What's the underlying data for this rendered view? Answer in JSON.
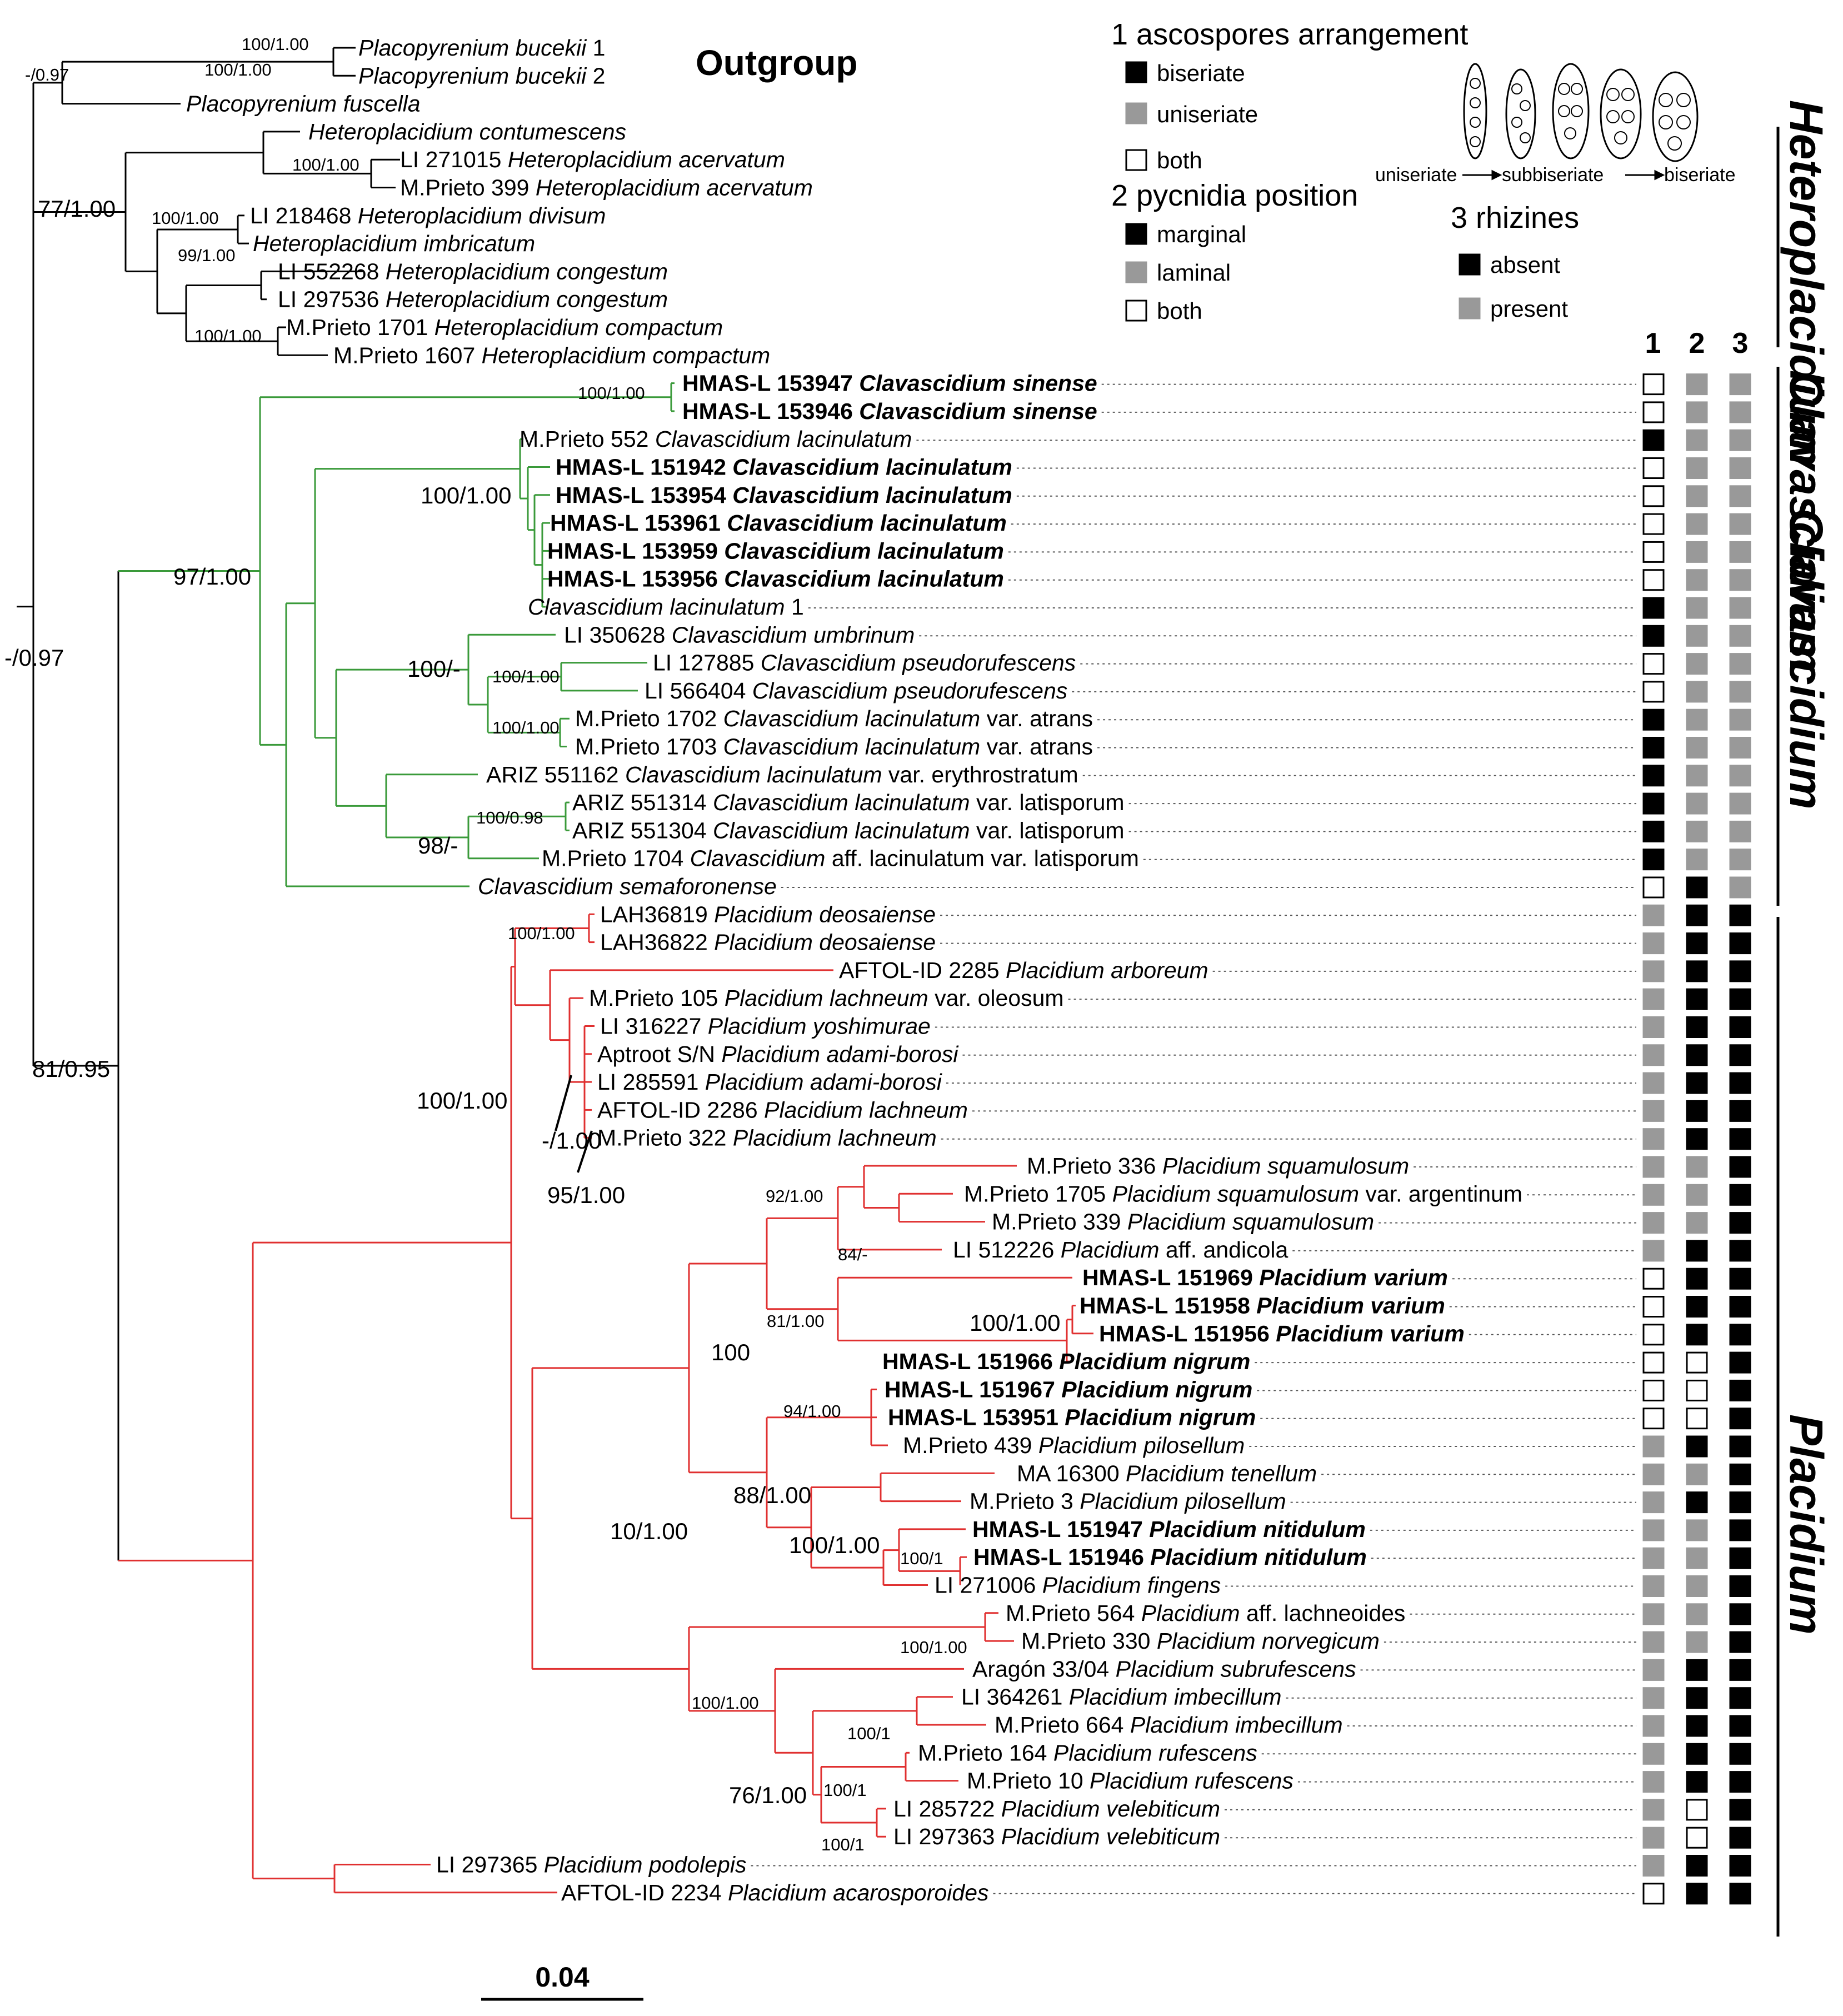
{
  "title": "Outgroup",
  "legend": {
    "trait1": {
      "title": "1 ascospores arrangement",
      "items": [
        {
          "label": "biseriate",
          "fill": "#000000"
        },
        {
          "label": "uniseriate",
          "fill": "#999999"
        },
        {
          "label": "both",
          "fill": "#ffffff"
        }
      ]
    },
    "trait2": {
      "title": "2 pycnidia position",
      "items": [
        {
          "label": "marginal",
          "fill": "#000000"
        },
        {
          "label": "laminal",
          "fill": "#999999"
        },
        {
          "label": "both",
          "fill": "#ffffff"
        }
      ]
    },
    "trait3": {
      "title": "3 rhizines",
      "items": [
        {
          "label": "absent",
          "fill": "#000000"
        },
        {
          "label": "present",
          "fill": "#999999"
        }
      ]
    },
    "stages": [
      "uniseriate",
      "subbiseriate",
      "biseriate"
    ]
  },
  "column_headers": [
    "1",
    "2",
    "3"
  ],
  "clades": [
    "Heteroplacidium",
    "Clavascidium",
    "Placidium"
  ],
  "branch_colors": {
    "outgroup": "#000000",
    "clavascidium": "#3a9a3a",
    "placidium": "#e03030"
  },
  "state_colors": {
    "k": "#000000",
    "g": "#999999",
    "w": "#ffffff"
  },
  "scale_label": "0.04",
  "tips": [
    {
      "voucher": "",
      "taxon": "Placopyrenium bucekii",
      "suffix": " 1",
      "bold": false
    },
    {
      "voucher": "",
      "taxon": "Placopyrenium bucekii",
      "suffix": " 2",
      "bold": false
    },
    {
      "voucher": "",
      "taxon": "Placopyrenium fuscella",
      "suffix": "",
      "bold": false
    },
    {
      "voucher": "",
      "taxon": "Heteroplacidium contumescens",
      "suffix": "",
      "bold": false
    },
    {
      "voucher": "LI 271015",
      "taxon": "Heteroplacidium acervatum",
      "suffix": "",
      "bold": false
    },
    {
      "voucher": "M.Prieto 399",
      "taxon": "Heteroplacidium acervatum",
      "suffix": "",
      "bold": false
    },
    {
      "voucher": "LI 218468",
      "taxon": "Heteroplacidium divisum",
      "suffix": "",
      "bold": false
    },
    {
      "voucher": "",
      "taxon": "Heteroplacidium imbricatum",
      "suffix": "",
      "bold": false
    },
    {
      "voucher": "LI 552268",
      "taxon": "Heteroplacidium congestum",
      "suffix": "",
      "bold": false
    },
    {
      "voucher": "LI 297536",
      "taxon": "Heteroplacidium congestum",
      "suffix": "",
      "bold": false
    },
    {
      "voucher": "M.Prieto 1701",
      "taxon": "Heteroplacidium compactum",
      "suffix": "",
      "bold": false
    },
    {
      "voucher": "M.Prieto 1607",
      "taxon": "Heteroplacidium compactum",
      "suffix": "",
      "bold": false
    },
    {
      "voucher": "HMAS-L 153947",
      "taxon": "Clavascidium sinense",
      "suffix": "",
      "bold": true,
      "traits": [
        "w",
        "g",
        "g"
      ]
    },
    {
      "voucher": "HMAS-L 153946",
      "taxon": "Clavascidium sinense",
      "suffix": "",
      "bold": true,
      "traits": [
        "w",
        "g",
        "g"
      ]
    },
    {
      "voucher": "M.Prieto 552",
      "taxon": "Clavascidium lacinulatum",
      "suffix": "",
      "bold": false,
      "traits": [
        "k",
        "g",
        "g"
      ]
    },
    {
      "voucher": "HMAS-L 151942",
      "taxon": "Clavascidium lacinulatum",
      "suffix": "",
      "bold": true,
      "traits": [
        "w",
        "g",
        "g"
      ]
    },
    {
      "voucher": "HMAS-L 153954",
      "taxon": "Clavascidium lacinulatum",
      "suffix": "",
      "bold": true,
      "traits": [
        "w",
        "g",
        "g"
      ]
    },
    {
      "voucher": "HMAS-L 153961",
      "taxon": "Clavascidium lacinulatum",
      "suffix": "",
      "bold": true,
      "traits": [
        "w",
        "g",
        "g"
      ]
    },
    {
      "voucher": "HMAS-L 153959",
      "taxon": "Clavascidium lacinulatum",
      "suffix": "",
      "bold": true,
      "traits": [
        "w",
        "g",
        "g"
      ]
    },
    {
      "voucher": "HMAS-L 153956",
      "taxon": "Clavascidium lacinulatum",
      "suffix": "",
      "bold": true,
      "traits": [
        "w",
        "g",
        "g"
      ]
    },
    {
      "voucher": "",
      "taxon": "Clavascidium lacinulatum",
      "suffix": " 1",
      "bold": false,
      "traits": [
        "k",
        "g",
        "g"
      ]
    },
    {
      "voucher": "LI 350628",
      "taxon": "Clavascidium umbrinum",
      "suffix": "",
      "bold": false,
      "traits": [
        "k",
        "g",
        "g"
      ]
    },
    {
      "voucher": "LI 127885",
      "taxon": "Clavascidium pseudorufescens",
      "suffix": "",
      "bold": false,
      "traits": [
        "w",
        "g",
        "g"
      ]
    },
    {
      "voucher": "LI 566404",
      "taxon": "Clavascidium pseudorufescens",
      "suffix": "",
      "bold": false,
      "traits": [
        "w",
        "g",
        "g"
      ]
    },
    {
      "voucher": "M.Prieto 1702",
      "taxon": "Clavascidium lacinulatum",
      "suffix": " var. atrans",
      "bold": false,
      "traits": [
        "k",
        "g",
        "g"
      ]
    },
    {
      "voucher": "M.Prieto 1703",
      "taxon": "Clavascidium lacinulatum",
      "suffix": " var. atrans",
      "bold": false,
      "traits": [
        "k",
        "g",
        "g"
      ]
    },
    {
      "voucher": "ARIZ 551162",
      "taxon": "Clavascidium lacinulatum",
      "suffix": " var. erythrostratum",
      "bold": false,
      "traits": [
        "k",
        "g",
        "g"
      ]
    },
    {
      "voucher": "ARIZ 551314",
      "taxon": "Clavascidium lacinulatum",
      "suffix": " var. latisporum",
      "bold": false,
      "traits": [
        "k",
        "g",
        "g"
      ]
    },
    {
      "voucher": "ARIZ 551304",
      "taxon": "Clavascidium lacinulatum",
      "suffix": " var. latisporum",
      "bold": false,
      "traits": [
        "k",
        "g",
        "g"
      ]
    },
    {
      "voucher": "M.Prieto 1704",
      "taxon": "Clavascidium",
      "suffix": " aff. lacinulatum var. latisporum",
      "bold": false,
      "traits": [
        "k",
        "g",
        "g"
      ]
    },
    {
      "voucher": "",
      "taxon": "Clavascidium semaforonense",
      "suffix": "",
      "bold": false,
      "traits": [
        "w",
        "k",
        "g"
      ]
    },
    {
      "voucher": "LAH36819",
      "taxon": "Placidium deosaiense",
      "suffix": "",
      "bold": false,
      "traits": [
        "g",
        "k",
        "k"
      ]
    },
    {
      "voucher": "LAH36822",
      "taxon": "Placidium deosaiense",
      "suffix": "",
      "bold": false,
      "traits": [
        "g",
        "k",
        "k"
      ]
    },
    {
      "voucher": "AFTOL-ID 2285",
      "taxon": "Placidium arboreum",
      "suffix": "",
      "bold": false,
      "traits": [
        "g",
        "k",
        "k"
      ]
    },
    {
      "voucher": "M.Prieto 105",
      "taxon": "Placidium lachneum",
      "suffix": " var. oleosum",
      "bold": false,
      "traits": [
        "g",
        "k",
        "k"
      ]
    },
    {
      "voucher": "LI 316227",
      "taxon": "Placidium yoshimurae",
      "suffix": "",
      "bold": false,
      "traits": [
        "g",
        "k",
        "k"
      ]
    },
    {
      "voucher": "Aptroot S/N",
      "taxon": "Placidium adami-borosi",
      "suffix": "",
      "bold": false,
      "traits": [
        "g",
        "k",
        "k"
      ]
    },
    {
      "voucher": "LI 285591",
      "taxon": "Placidium adami-borosi",
      "suffix": "",
      "bold": false,
      "traits": [
        "g",
        "k",
        "k"
      ]
    },
    {
      "voucher": "AFTOL-ID 2286",
      "taxon": "Placidium lachneum",
      "suffix": "",
      "bold": false,
      "traits": [
        "g",
        "k",
        "k"
      ]
    },
    {
      "voucher": "M.Prieto 322",
      "taxon": "Placidium lachneum",
      "suffix": "",
      "bold": false,
      "traits": [
        "g",
        "k",
        "k"
      ]
    },
    {
      "voucher": "M.Prieto 336",
      "taxon": "Placidium squamulosum",
      "suffix": "",
      "bold": false,
      "traits": [
        "g",
        "g",
        "k"
      ]
    },
    {
      "voucher": "M.Prieto 1705",
      "taxon": "Placidium squamulosum",
      "suffix": " var. argentinum",
      "bold": false,
      "traits": [
        "g",
        "g",
        "k"
      ]
    },
    {
      "voucher": "M.Prieto 339",
      "taxon": "Placidium squamulosum",
      "suffix": "",
      "bold": false,
      "traits": [
        "g",
        "g",
        "k"
      ]
    },
    {
      "voucher": "LI 512226",
      "taxon": "Placidium",
      "suffix": " aff. andicola",
      "bold": false,
      "traits": [
        "g",
        "k",
        "k"
      ]
    },
    {
      "voucher": "HMAS-L 151969",
      "taxon": "Placidium varium",
      "suffix": "",
      "bold": true,
      "traits": [
        "w",
        "k",
        "k"
      ]
    },
    {
      "voucher": "HMAS-L 151958",
      "taxon": "Placidium varium",
      "suffix": "",
      "bold": true,
      "traits": [
        "w",
        "k",
        "k"
      ]
    },
    {
      "voucher": "HMAS-L 151956",
      "taxon": "Placidium varium",
      "suffix": "",
      "bold": true,
      "traits": [
        "w",
        "k",
        "k"
      ]
    },
    {
      "voucher": "HMAS-L 151966",
      "taxon": "Placidium nigrum",
      "suffix": "",
      "bold": true,
      "traits": [
        "w",
        "w",
        "k"
      ]
    },
    {
      "voucher": "HMAS-L 151967",
      "taxon": "Placidium nigrum",
      "suffix": "",
      "bold": true,
      "traits": [
        "w",
        "w",
        "k"
      ]
    },
    {
      "voucher": "HMAS-L 153951",
      "taxon": "Placidium nigrum",
      "suffix": "",
      "bold": true,
      "traits": [
        "w",
        "w",
        "k"
      ]
    },
    {
      "voucher": "M.Prieto 439",
      "taxon": "Placidium pilosellum",
      "suffix": "",
      "bold": false,
      "traits": [
        "g",
        "k",
        "k"
      ]
    },
    {
      "voucher": "MA 16300",
      "taxon": "Placidium tenellum",
      "suffix": "",
      "bold": false,
      "traits": [
        "g",
        "g",
        "k"
      ]
    },
    {
      "voucher": "M.Prieto 3",
      "taxon": "Placidium pilosellum",
      "suffix": "",
      "bold": false,
      "traits": [
        "g",
        "k",
        "k"
      ]
    },
    {
      "voucher": "HMAS-L 151947",
      "taxon": "Placidium nitidulum",
      "suffix": "",
      "bold": true,
      "traits": [
        "g",
        "g",
        "k"
      ]
    },
    {
      "voucher": "HMAS-L 151946",
      "taxon": "Placidium nitidulum",
      "suffix": "",
      "bold": true,
      "traits": [
        "g",
        "g",
        "k"
      ]
    },
    {
      "voucher": "LI 271006",
      "taxon": "Placidium fingens",
      "suffix": "",
      "bold": false,
      "traits": [
        "g",
        "g",
        "k"
      ]
    },
    {
      "voucher": "M.Prieto 564",
      "taxon": "Placidium",
      "suffix": " aff. lachneoides",
      "bold": false,
      "traits": [
        "g",
        "g",
        "k"
      ]
    },
    {
      "voucher": "M.Prieto 330",
      "taxon": "Placidium norvegicum",
      "suffix": "",
      "bold": false,
      "traits": [
        "g",
        "g",
        "k"
      ]
    },
    {
      "voucher": "Aragón 33/04",
      "taxon": "Placidium subrufescens",
      "suffix": "",
      "bold": false,
      "traits": [
        "g",
        "k",
        "k"
      ]
    },
    {
      "voucher": "LI 364261",
      "taxon": "Placidium imbecillum",
      "suffix": "",
      "bold": false,
      "traits": [
        "g",
        "k",
        "k"
      ]
    },
    {
      "voucher": "M.Prieto 664",
      "taxon": "Placidium imbecillum",
      "suffix": "",
      "bold": false,
      "traits": [
        "g",
        "k",
        "k"
      ]
    },
    {
      "voucher": "M.Prieto 164",
      "taxon": "Placidium rufescens",
      "suffix": "",
      "bold": false,
      "traits": [
        "g",
        "k",
        "k"
      ]
    },
    {
      "voucher": "M.Prieto 10",
      "taxon": "Placidium rufescens",
      "suffix": "",
      "bold": false,
      "traits": [
        "g",
        "k",
        "k"
      ]
    },
    {
      "voucher": "LI 285722",
      "taxon": "Placidium velebiticum",
      "suffix": "",
      "bold": false,
      "traits": [
        "g",
        "w",
        "k"
      ]
    },
    {
      "voucher": "LI 297363",
      "taxon": "Placidium velebiticum",
      "suffix": "",
      "bold": false,
      "traits": [
        "g",
        "w",
        "k"
      ]
    },
    {
      "voucher": "LI 297365",
      "taxon": "Placidium podolepis",
      "suffix": "",
      "bold": false,
      "traits": [
        "g",
        "k",
        "k"
      ]
    },
    {
      "voucher": "AFTOL-ID 2234",
      "taxon": "Placidium acarosporoides",
      "suffix": "",
      "bold": false,
      "traits": [
        "w",
        "k",
        "k"
      ]
    }
  ],
  "support": [
    "100/1.00",
    "-/0.97",
    "100/1.00",
    "100/1.00",
    "77/1.00",
    "100/1.00",
    "99/1.00",
    "100/1.00",
    "-/0.97",
    "100/1.00",
    "100/1.00",
    "97/1.00",
    "100/-",
    "100/1.00",
    "100/1.00",
    "100/0.98",
    "98/-",
    "100/1.00",
    "100/1.00",
    "-/1.00",
    "95/1.00",
    "92/1.00",
    "84/-",
    "81/1.00",
    "100/1.00",
    "100",
    "94/1.00",
    "88/1.00",
    "100/1.00",
    "100/1",
    "10/1.00",
    "100/1.00",
    "100/1.00",
    "100/1",
    "100/1",
    "100/1",
    "76/1.00",
    "81/0.95"
  ]
}
